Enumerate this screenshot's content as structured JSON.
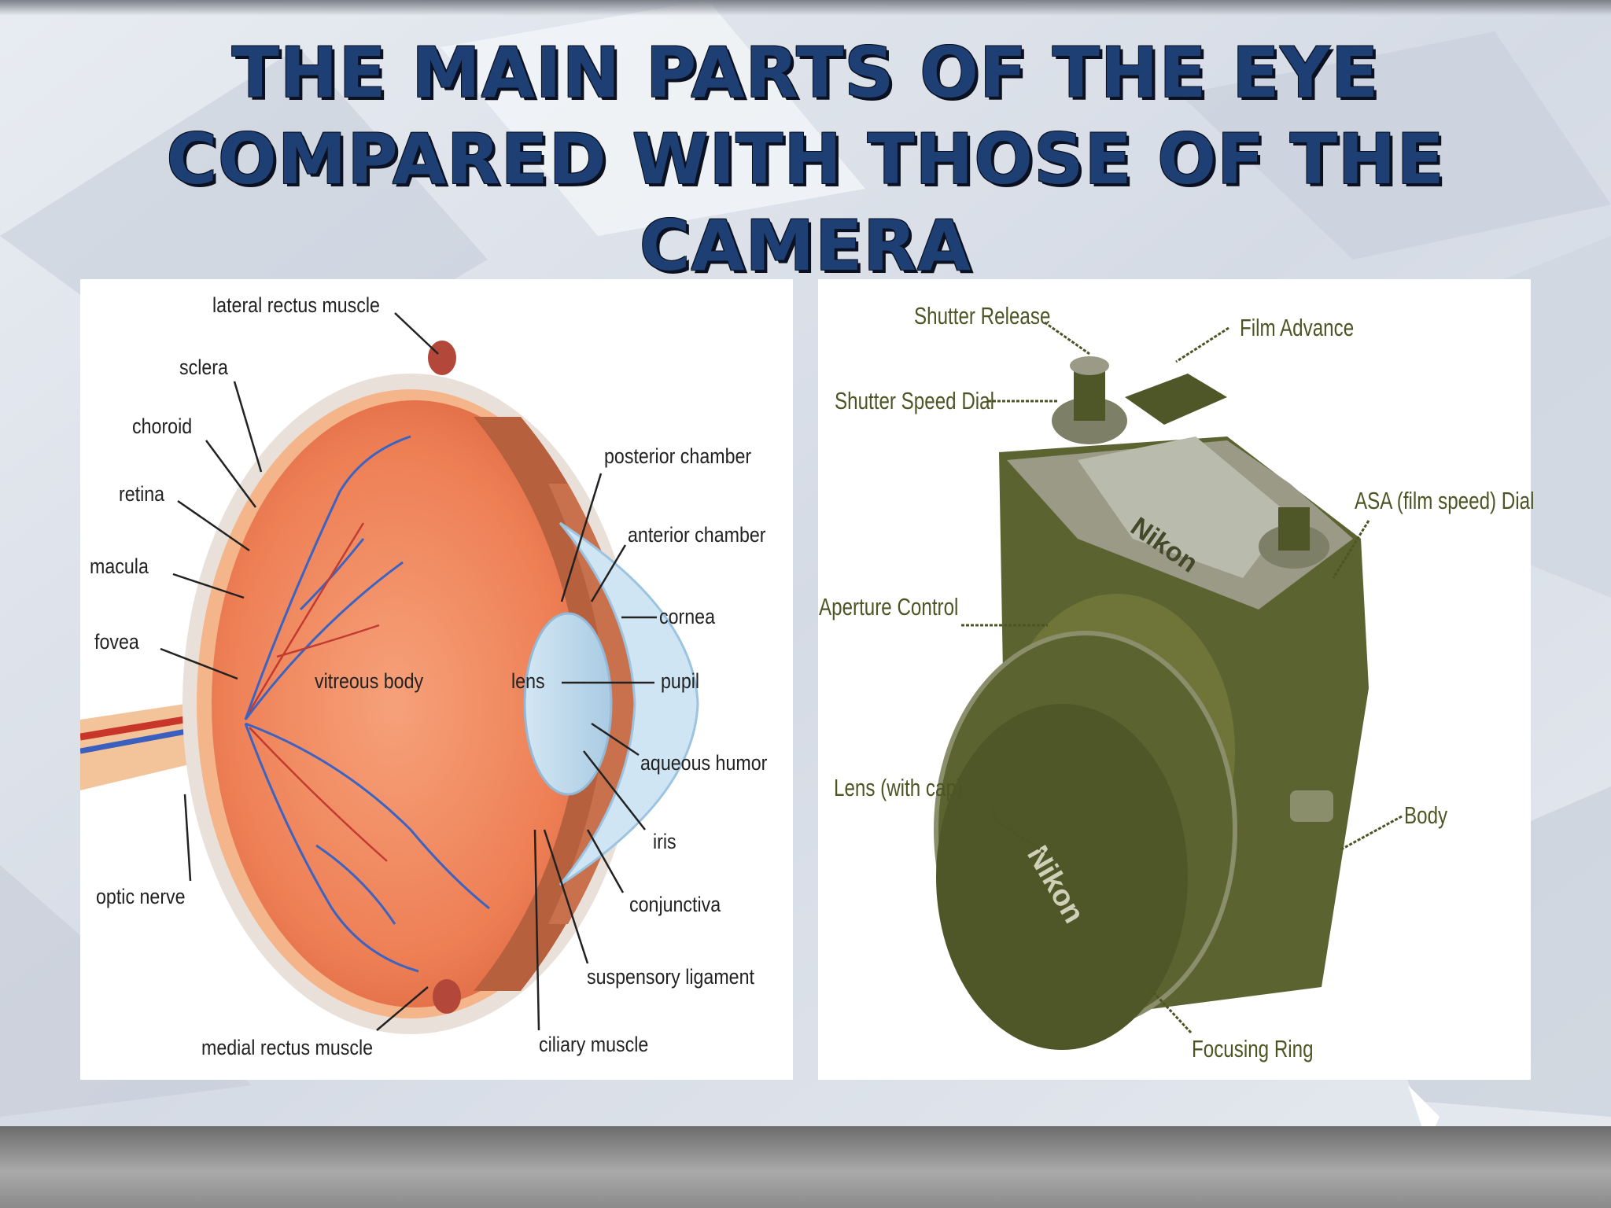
{
  "title": {
    "line1": "THE MAIN PARTS OF THE EYE",
    "line2": "COMPARED WITH THOSE OF THE",
    "line3": "CAMERA"
  },
  "eye_labels": {
    "lateral_rectus": "lateral rectus muscle",
    "sclera": "sclera",
    "choroid": "choroid",
    "retina": "retina",
    "macula": "macula",
    "fovea": "fovea",
    "optic_nerve": "optic nerve",
    "vitreous_body": "vitreous body",
    "lens": "lens",
    "posterior_chamber": "posterior chamber",
    "anterior_chamber": "anterior chamber",
    "cornea": "cornea",
    "pupil": "pupil",
    "aqueous_humor": "aqueous humor",
    "iris": "iris",
    "conjunctiva": "conjunctiva",
    "suspensory_ligament": "suspensory ligament",
    "ciliary_muscle": "ciliary muscle",
    "medial_rectus": "medial rectus muscle"
  },
  "camera_labels": {
    "shutter_release": "Shutter Release",
    "film_advance": "Film Advance",
    "shutter_speed_dial": "Shutter Speed Dial",
    "asa_dial": "ASA (film speed) Dial",
    "aperture_control": "Aperture Control",
    "lens_with_cap": "Lens (with cap)",
    "body": "Body",
    "focusing_ring": "Focusing Ring",
    "brand_prism": "Nikon",
    "brand_cap": "Nikon"
  },
  "colors": {
    "title": "#1d3f73",
    "camera_label": "#4c5524",
    "camera_body": "#5b6330",
    "eye_flesh": "#ef8a5e"
  }
}
